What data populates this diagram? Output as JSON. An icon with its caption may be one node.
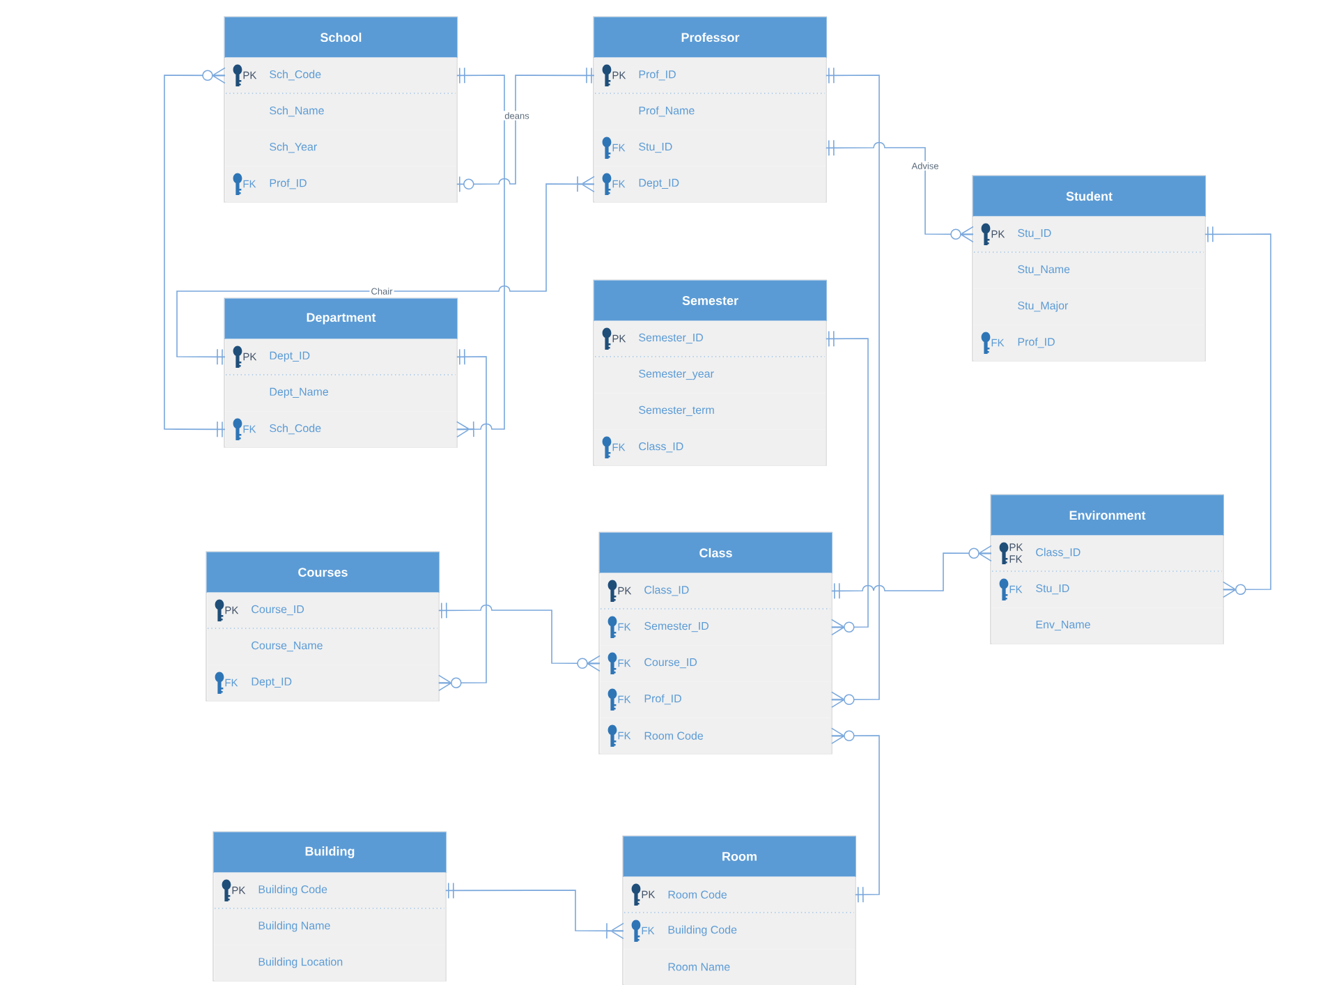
{
  "diagram": {
    "nodes": [
      {
        "text": [
          "School"
        ]
      },
      {
        "text": [
          "PK",
          "Sch_Code"
        ],
        "in": 0
      },
      {
        "text": [
          "Sch_Name"
        ],
        "in": 0
      },
      {
        "text": [
          "Sch_Year"
        ],
        "in": 0
      },
      {
        "text": [
          "FK",
          "Prof_ID"
        ],
        "in": 0
      },
      {
        "text": [
          "Professor"
        ]
      },
      {
        "text": [
          "PK",
          "Prof_ID"
        ],
        "in": 5
      },
      {
        "text": [
          "Prof_Name"
        ],
        "in": 5
      },
      {
        "text": [
          "FK",
          "Stu_ID"
        ],
        "in": 5
      },
      {
        "text": [
          "FK",
          "Dept_ID"
        ],
        "in": 5
      },
      {
        "text": [
          "Student"
        ]
      },
      {
        "text": [
          "PK",
          "Stu_ID"
        ],
        "in": 10
      },
      {
        "text": [
          "Stu_Name"
        ],
        "in": 10
      },
      {
        "text": [
          "Stu_Major"
        ],
        "in": 10
      },
      {
        "text": [
          "FK",
          "Prof_ID"
        ],
        "in": 10
      },
      {
        "text": [
          "Department"
        ]
      },
      {
        "text": [
          "PK",
          "Dept_ID"
        ],
        "in": 15
      },
      {
        "text": [
          "Dept_Name"
        ],
        "in": 15
      },
      {
        "text": [
          "FK",
          "Sch_Code"
        ],
        "in": 15
      },
      {
        "text": [
          "Semester"
        ]
      },
      {
        "text": [
          "PK",
          "Semester_ID"
        ],
        "in": 19
      },
      {
        "text": [
          "Semester_year"
        ],
        "in": 19
      },
      {
        "text": [
          "Semester_term"
        ],
        "in": 19
      },
      {
        "text": [
          "FK",
          "Class_ID"
        ],
        "in": 19
      },
      {
        "text": [
          "Environment"
        ]
      },
      {
        "text": [
          "PK FK",
          "Class_ID"
        ],
        "in": 24
      },
      {
        "text": [
          "FK",
          "Stu_ID"
        ],
        "in": 24
      },
      {
        "text": [
          "Env_Name"
        ],
        "in": 24
      },
      {
        "text": [
          "Courses"
        ]
      },
      {
        "text": [
          "PK",
          "Course_ID"
        ],
        "in": 28
      },
      {
        "text": [
          "Course_Name"
        ],
        "in": 28
      },
      {
        "text": [
          "FK",
          "Dept_ID"
        ],
        "in": 28
      },
      {
        "text": [
          "Class"
        ]
      },
      {
        "text": [
          "PK",
          "Class_ID"
        ],
        "in": 32
      },
      {
        "text": [
          "FK",
          "Semester_ID"
        ],
        "in": 32
      },
      {
        "text": [
          "FK",
          "Course_ID"
        ],
        "in": 32
      },
      {
        "text": [
          "FK",
          "Prof_ID"
        ],
        "in": 32
      },
      {
        "text": [
          "FK",
          "Room Code"
        ],
        "in": 32
      },
      {
        "text": [
          "Building"
        ]
      },
      {
        "text": [
          "PK",
          "Building Code"
        ],
        "in": 38
      },
      {
        "text": [
          "Building Name"
        ],
        "in": 38
      },
      {
        "text": [
          "Building Location"
        ],
        "in": 38
      },
      {
        "text": [
          "Room"
        ]
      },
      {
        "text": [
          "PK",
          "Room Code"
        ],
        "in": 42
      },
      {
        "text": [
          "FK",
          "Building Code"
        ],
        "in": 42
      },
      {
        "text": [
          "Room Name"
        ],
        "in": 42
      }
    ],
    "edges": [
      {
        "from": 1,
        "to": 18,
        "arrow": "other"
      },
      {
        "from": 1,
        "to": 18,
        "arrow": "other"
      },
      {
        "from": 4,
        "to": 6,
        "arrow": "other",
        "label": "deans"
      },
      {
        "from": 9,
        "to": 16,
        "arrow": "other",
        "label": "Chair"
      },
      {
        "from": 6,
        "to": 36,
        "arrow": "other"
      },
      {
        "from": 8,
        "to": 11,
        "arrow": "other",
        "label": "Advise"
      },
      {
        "from": 11,
        "to": 26,
        "arrow": "other"
      },
      {
        "from": 16,
        "to": 31,
        "arrow": "other"
      },
      {
        "from": 29,
        "to": 35,
        "arrow": "other"
      },
      {
        "from": 20,
        "to": 34,
        "arrow": "other"
      },
      {
        "from": 33,
        "to": 25,
        "arrow": "other"
      },
      {
        "from": 43,
        "to": 37,
        "arrow": "other"
      },
      {
        "from": 39,
        "to": 44,
        "arrow": "other"
      }
    ]
  }
}
